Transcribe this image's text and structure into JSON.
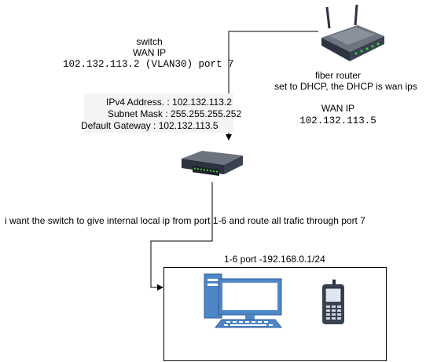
{
  "switch_label": {
    "line1": "switch",
    "line2": "WAN IP",
    "line3": "102.132.113.2 (VLAN30) port 7"
  },
  "ip_config": {
    "ipv4": "IPv4 Address.  : 102.132.113.2",
    "mask": "Subnet Mask  : 255.255.255.252",
    "gateway": "Default Gateway : 102.132.113.5"
  },
  "router_label": {
    "line1": "fiber router",
    "line2": "set to DHCP, the DHCP is wan ips",
    "wan_title": "WAN IP",
    "wan_value": "102.132.113.5"
  },
  "note": "i want the switch to give internal local ip from port 1-6 and route all trafic through port 7",
  "lan_box_label": "1-6 port -192.168.0.1/24",
  "colors": {
    "line": "#000000",
    "device_dark": "#2b3340",
    "device_blue": "#4f86c6",
    "led_green": "#3cd23c"
  },
  "icons": [
    "router-icon",
    "switch-icon",
    "desktop-computer-icon",
    "mobile-phone-icon"
  ]
}
